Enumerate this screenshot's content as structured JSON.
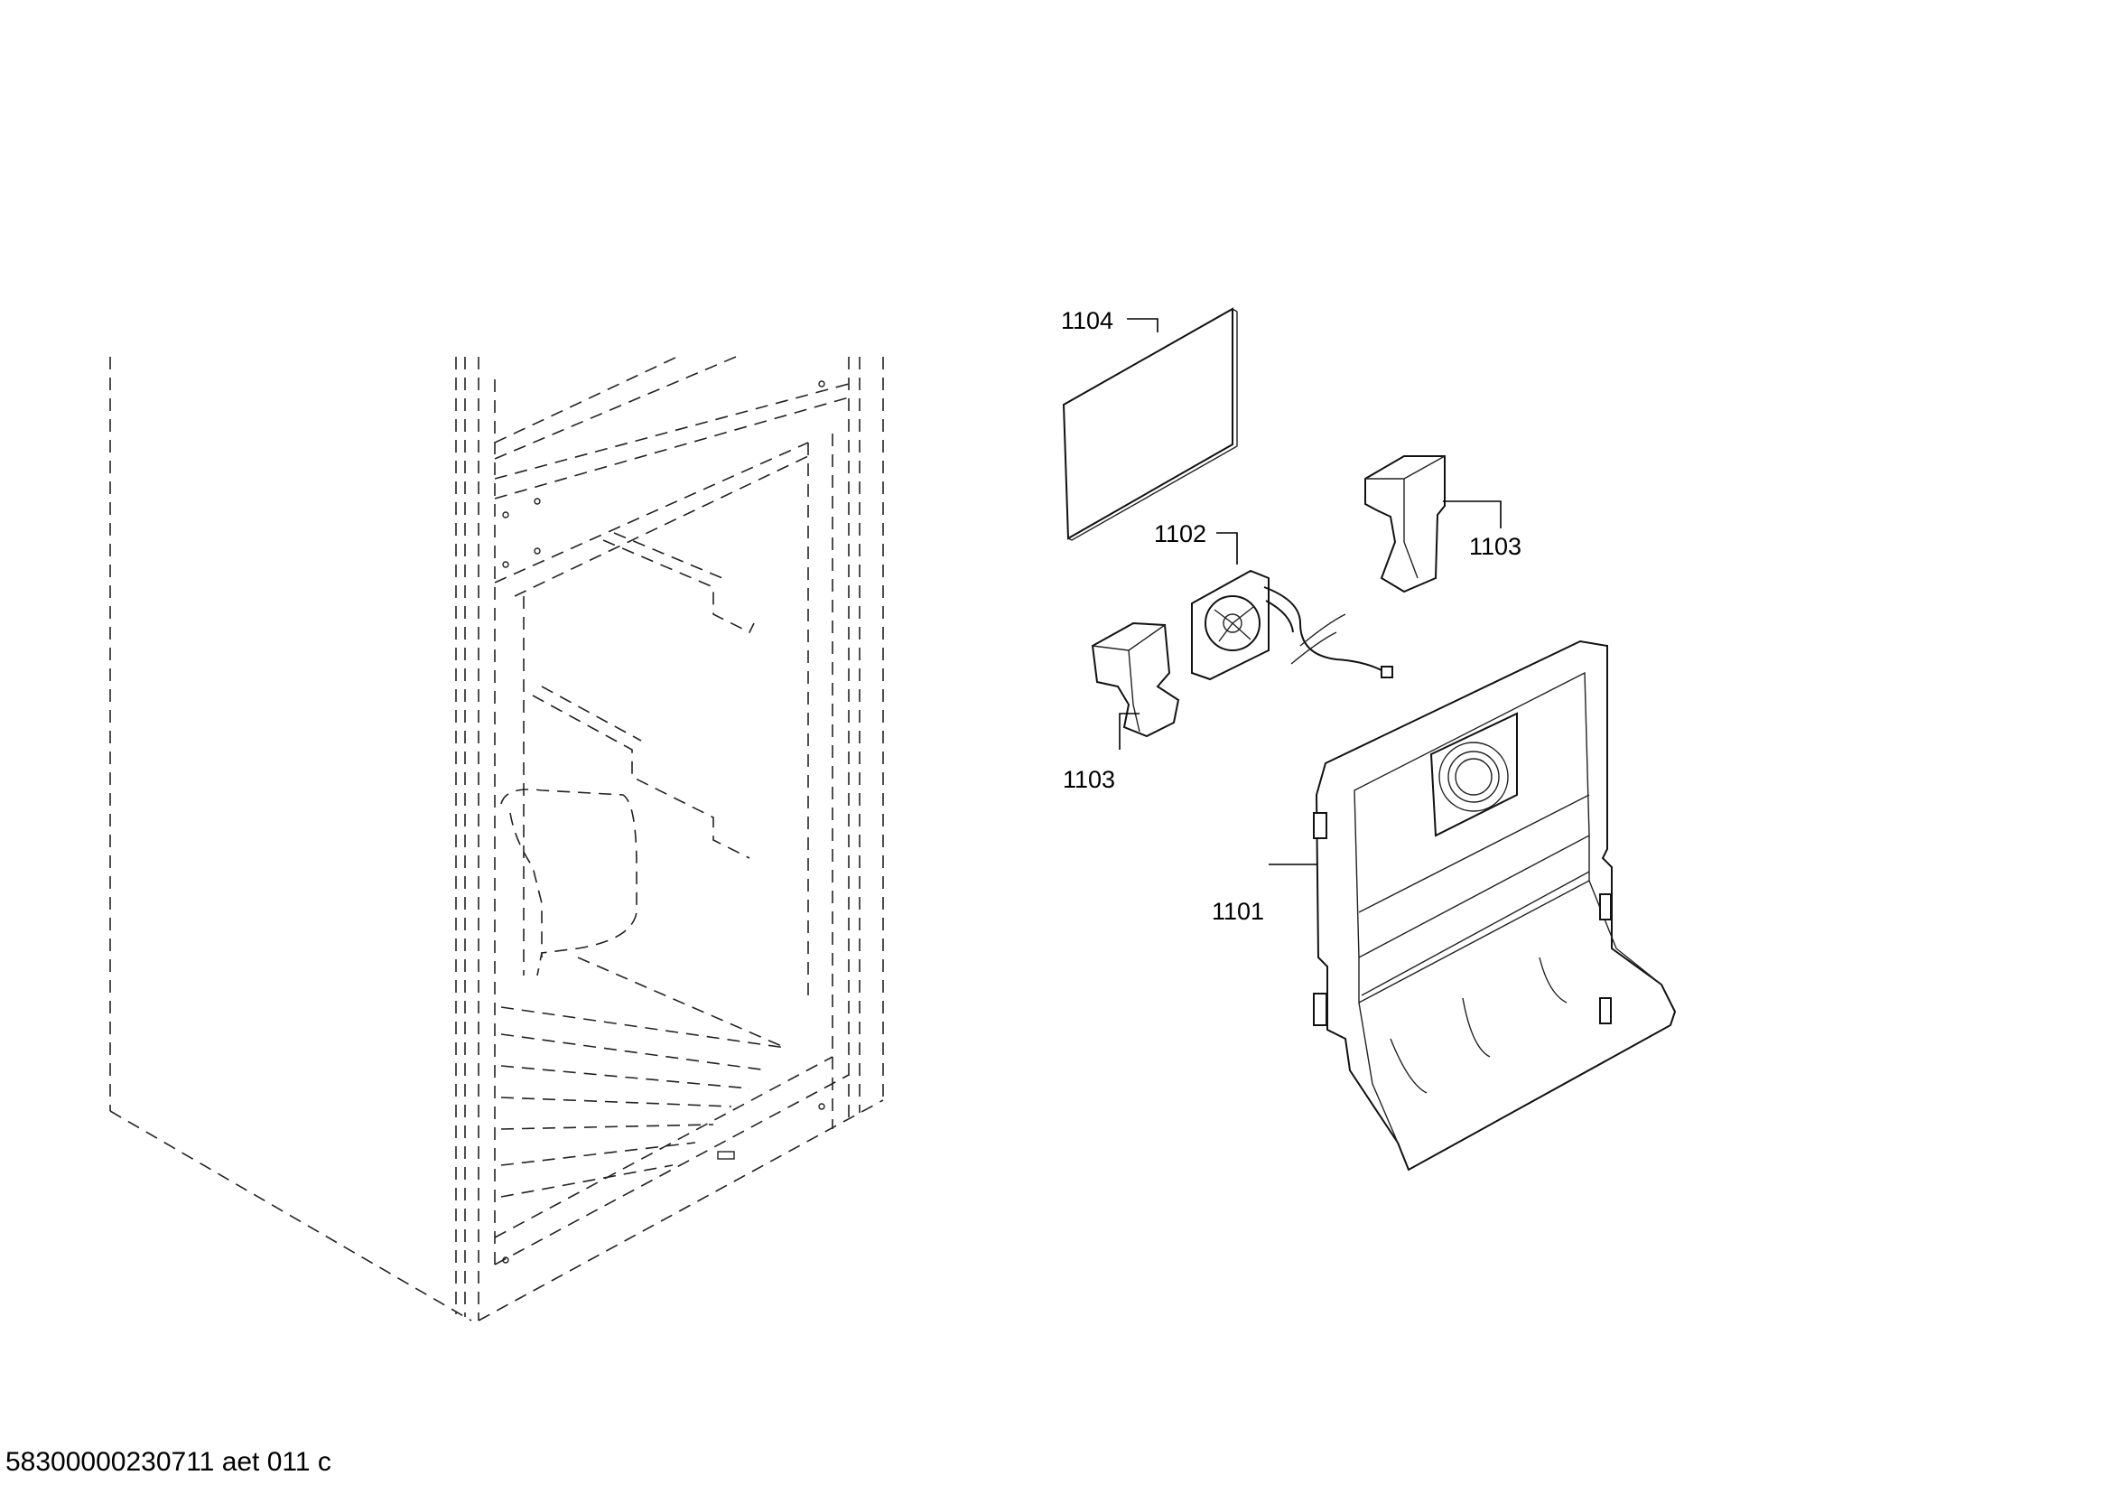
{
  "parts": [
    {
      "id": "label-1104",
      "number": "1104"
    },
    {
      "id": "label-1102",
      "number": "1102"
    },
    {
      "id": "label-1103-right",
      "number": "1103"
    },
    {
      "id": "label-1103-left",
      "number": "1103"
    },
    {
      "id": "label-1101",
      "number": "1101"
    }
  ],
  "footer": {
    "code": "58300000230711 aet 011 c"
  }
}
